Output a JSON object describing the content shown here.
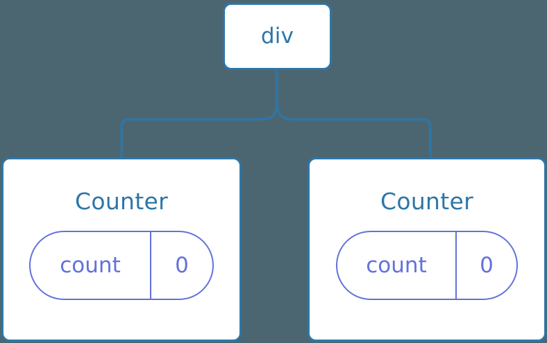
{
  "diagram": {
    "type": "component-tree",
    "background_color": "#4c6671",
    "node_border_color": "#2d76a8",
    "node_fill_color": "#ffffff",
    "connector_color": "#2d76a8",
    "state_accent_color": "#6272d9",
    "root": {
      "label": "div"
    },
    "children": [
      {
        "name": "Counter",
        "state": {
          "key": "count",
          "value": "0"
        }
      },
      {
        "name": "Counter",
        "state": {
          "key": "count",
          "value": "0"
        }
      }
    ]
  }
}
